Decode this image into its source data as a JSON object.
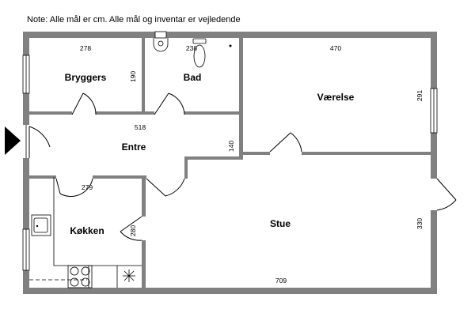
{
  "note": "Note: Alle mål er cm. Alle mål og inventar er vejledende",
  "rooms": {
    "bryggers": {
      "label": "Bryggers",
      "width": "278",
      "depth": "190"
    },
    "bad": {
      "label": "Bad",
      "width": "238"
    },
    "vaerelse": {
      "label": "Værelse",
      "width": "470",
      "depth": "291"
    },
    "entre": {
      "label": "Entre",
      "width": "518",
      "depth": "140"
    },
    "koekken": {
      "label": "Køkken",
      "width": "279",
      "depth": "280"
    },
    "stue": {
      "label": "Stue",
      "width": "709",
      "depth": "330"
    }
  },
  "colors": {
    "wall": "#808080",
    "background": "#ffffff",
    "text": "#000000"
  }
}
